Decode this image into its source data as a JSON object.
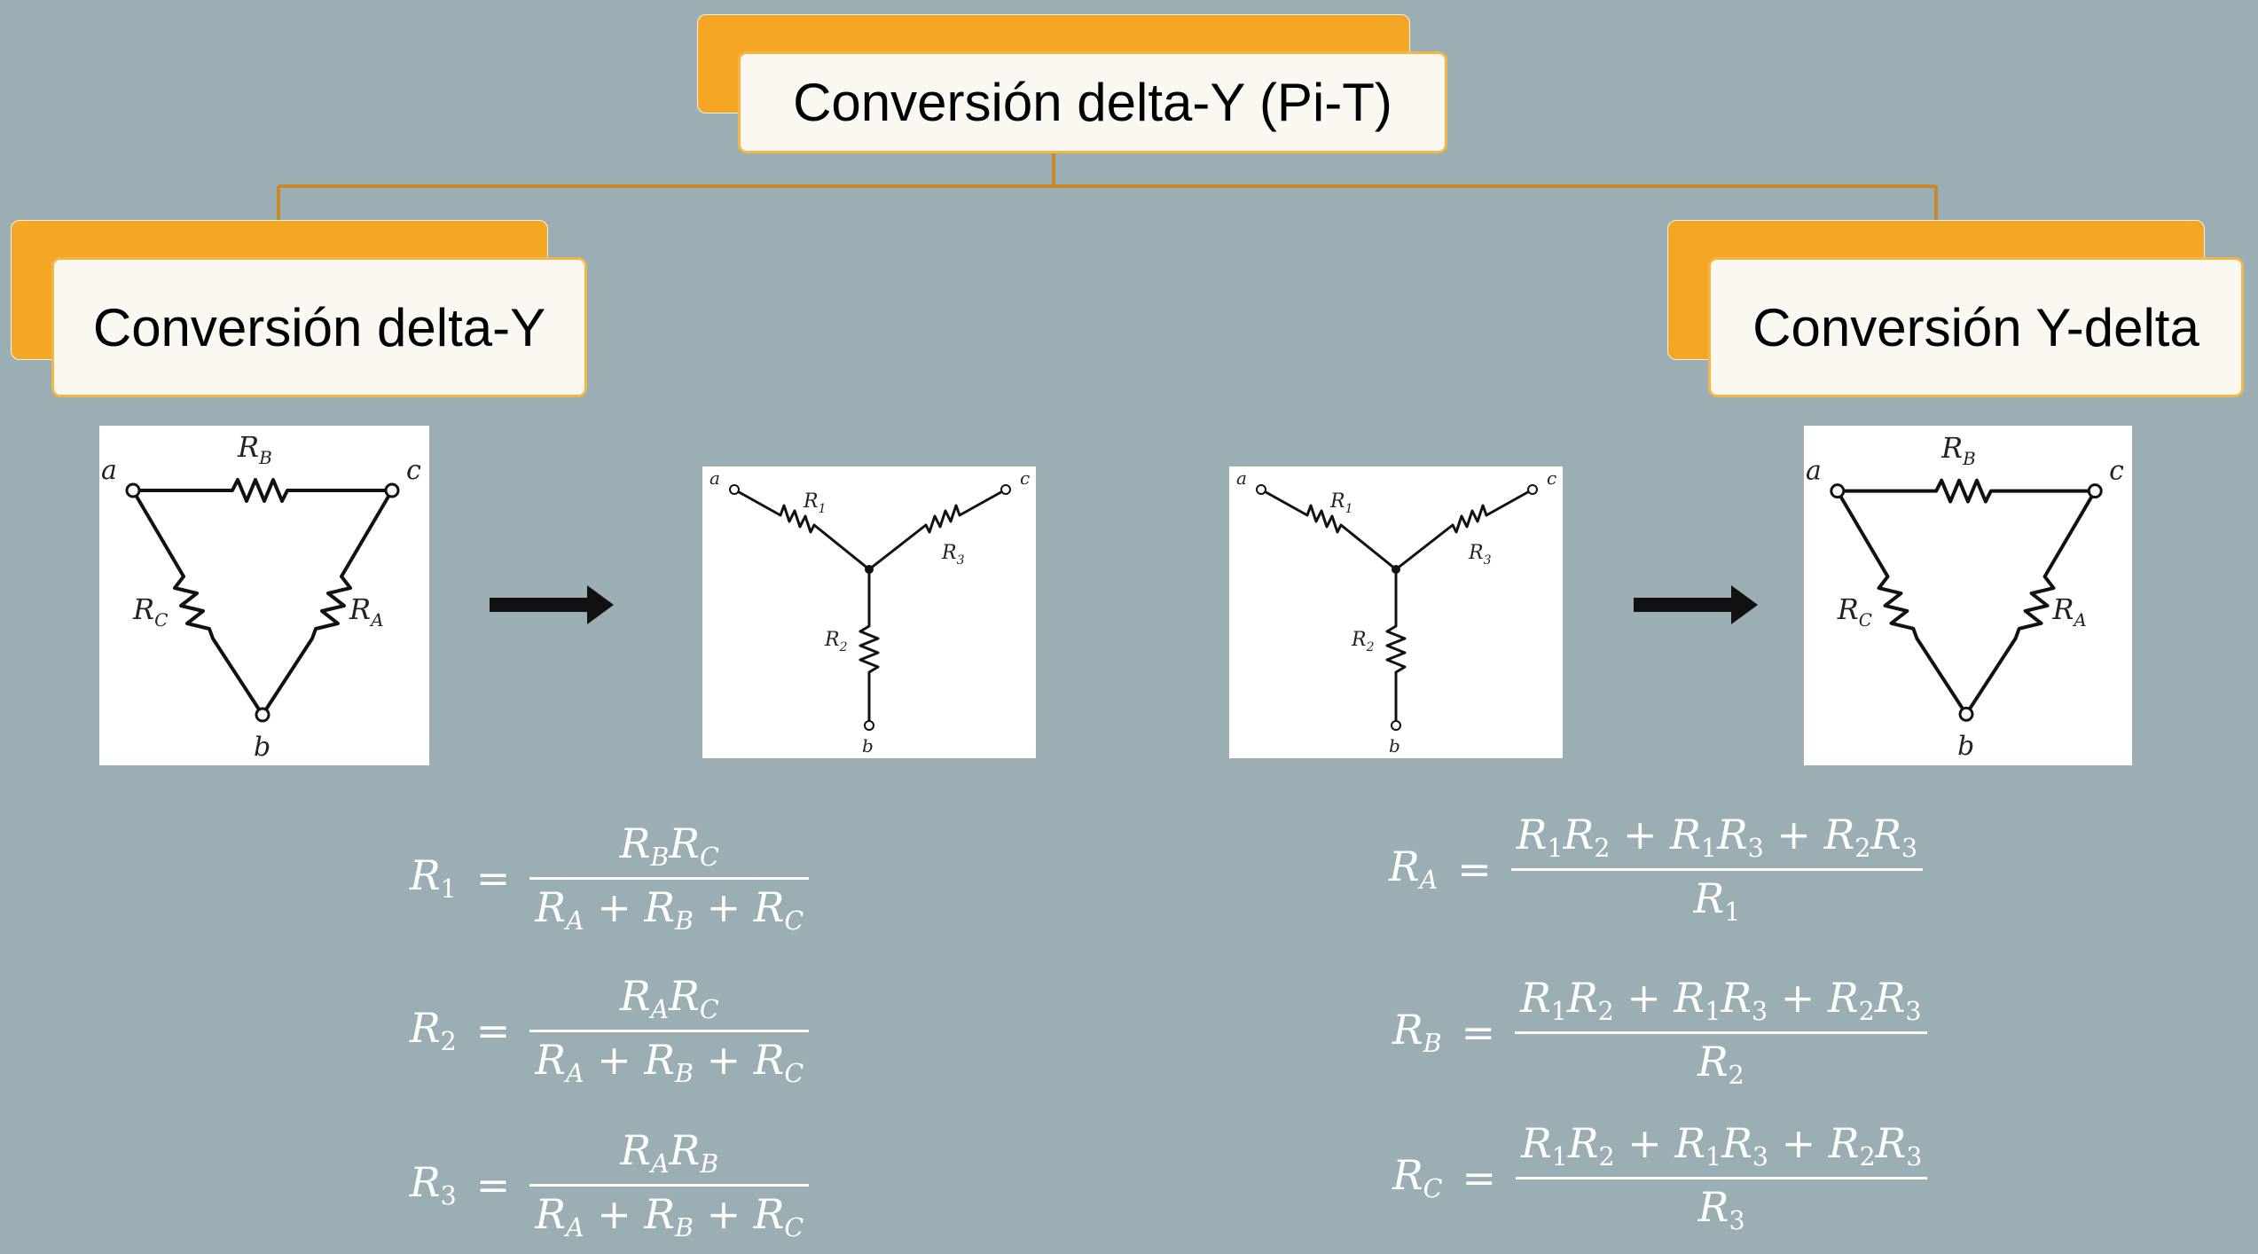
{
  "root": {
    "title": "Conversión delta-Y (Pi-T)"
  },
  "left_branch": {
    "title": "Conversión delta-Y",
    "delta_labels": {
      "node_a": "a",
      "node_b": "b",
      "node_c": "c",
      "rb": "R",
      "rb_sub": "B",
      "ra": "R",
      "ra_sub": "A",
      "rc": "R",
      "rc_sub": "C"
    },
    "y_labels": {
      "node_a": "a",
      "node_b": "b",
      "node_c": "c",
      "r1": "R",
      "r1_sub": "1",
      "r2": "R",
      "r2_sub": "2",
      "r3": "R",
      "r3_sub": "3"
    },
    "formulas": [
      {
        "lhs": "R",
        "lhs_sub": "1",
        "num": [
          [
            "R",
            "B"
          ],
          [
            "R",
            "C"
          ]
        ],
        "den": "R_A + R_B + R_C"
      },
      {
        "lhs": "R",
        "lhs_sub": "2",
        "num": [
          [
            "R",
            "A"
          ],
          [
            "R",
            "C"
          ]
        ],
        "den": "R_A + R_B + R_C"
      },
      {
        "lhs": "R",
        "lhs_sub": "3",
        "num": [
          [
            "R",
            "A"
          ],
          [
            "R",
            "B"
          ]
        ],
        "den": "R_A + R_B + R_C"
      }
    ]
  },
  "right_branch": {
    "title": "Conversión Y-delta",
    "formulas": [
      {
        "lhs": "R",
        "lhs_sub": "A",
        "num": "R_1R_2 + R_1R_3 + R_2R_3",
        "den": [
          [
            "R",
            "1"
          ]
        ]
      },
      {
        "lhs": "R",
        "lhs_sub": "B",
        "num": "R_1R_2 + R_1R_3 + R_2R_3",
        "den": [
          [
            "R",
            "2"
          ]
        ]
      },
      {
        "lhs": "R",
        "lhs_sub": "C",
        "num": "R_1R_2 + R_1R_3 + R_2R_3",
        "den": [
          [
            "R",
            "3"
          ]
        ]
      }
    ]
  },
  "colors": {
    "background": "#9aaeb3",
    "accent": "#f5a623",
    "connector": "#c8892b",
    "box_fill": "#fbf8f1"
  }
}
